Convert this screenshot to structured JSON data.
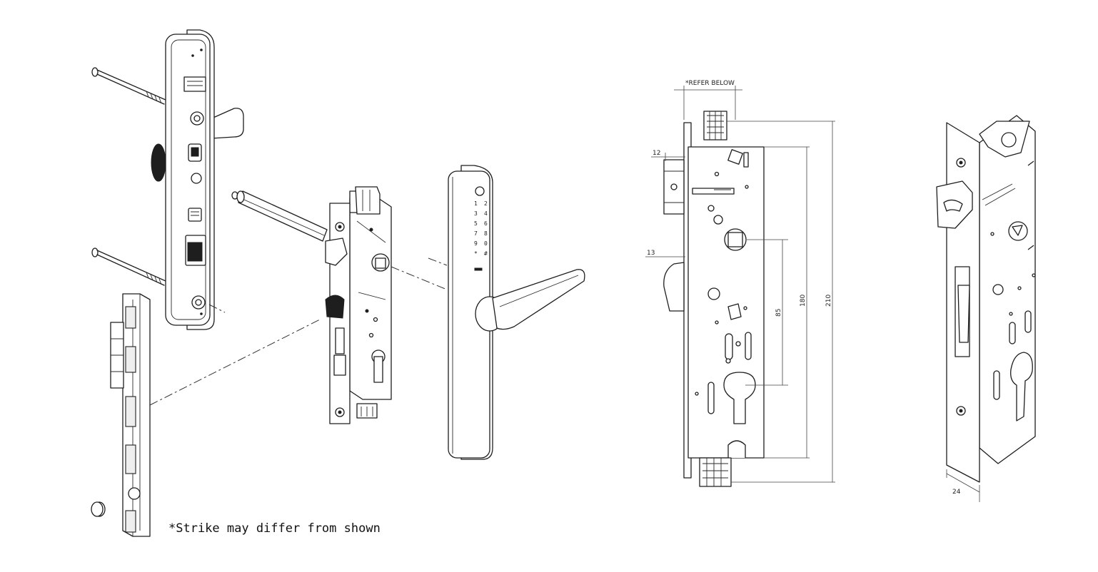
{
  "exploded_view": {
    "strike_note": "*Strike may differ from shown",
    "keypad_keys": [
      "1",
      "2",
      "3",
      "4",
      "5",
      "6",
      "7",
      "8",
      "9",
      "0",
      "*",
      "#"
    ]
  },
  "dimension_drawing": {
    "refer_label": "*REFER BELOW",
    "dims": {
      "latch_offset": "12",
      "handle_offset": "13",
      "spindle_to_cylinder": "85",
      "inner_height": "180",
      "overall_height": "210",
      "faceplate_width": "24"
    }
  },
  "colors": {
    "line": "#1e1e1e",
    "background": "#ffffff"
  }
}
